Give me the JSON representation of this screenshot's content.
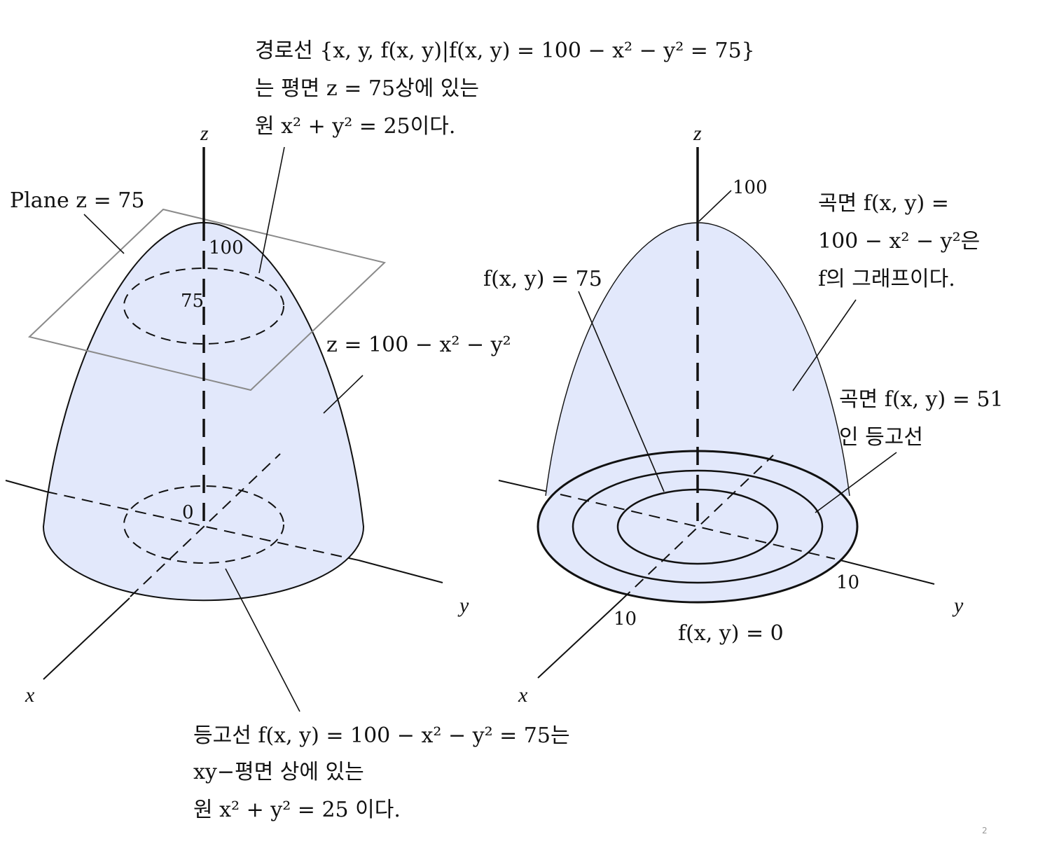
{
  "colors": {
    "surface_fill": "#e2e8fb",
    "stroke": "#111111",
    "plane_stroke": "#8a8a8a",
    "background": "#ffffff"
  },
  "left_figure": {
    "axis_z": "z",
    "axis_x": "x",
    "axis_y": "y",
    "plane_label": "Plane z = 75",
    "tick_100": "100",
    "tick_75": "75",
    "tick_0": "0",
    "surface_equation": "z = 100 − x² − y²",
    "top_note": [
      "경로선  {x, y, f(x, y)|f(x, y) = 100 − x² − y² = 75}",
      "는 평면 z = 75상에 있는",
      "원 x² + y² = 25이다."
    ],
    "bottom_note": [
      "등고선 f(x, y) = 100 − x² − y² = 75는",
      "xy−평면 상에 있는",
      "원 x² + y² = 25 이다."
    ]
  },
  "right_figure": {
    "axis_z": "z",
    "axis_x": "x",
    "axis_y": "y",
    "tick_100": "100",
    "tick_10_x": "10",
    "tick_10_y": "10",
    "level_75": "f(x, y) = 75",
    "level_0": "f(x, y) = 0",
    "surface_note": [
      "곡면 f(x, y) =",
      "100 − x² − y²은",
      "f의 그래프이다."
    ],
    "level_51_note": [
      "곡면 f(x, y) = 51",
      "인 등고선"
    ]
  },
  "page_number": "2"
}
